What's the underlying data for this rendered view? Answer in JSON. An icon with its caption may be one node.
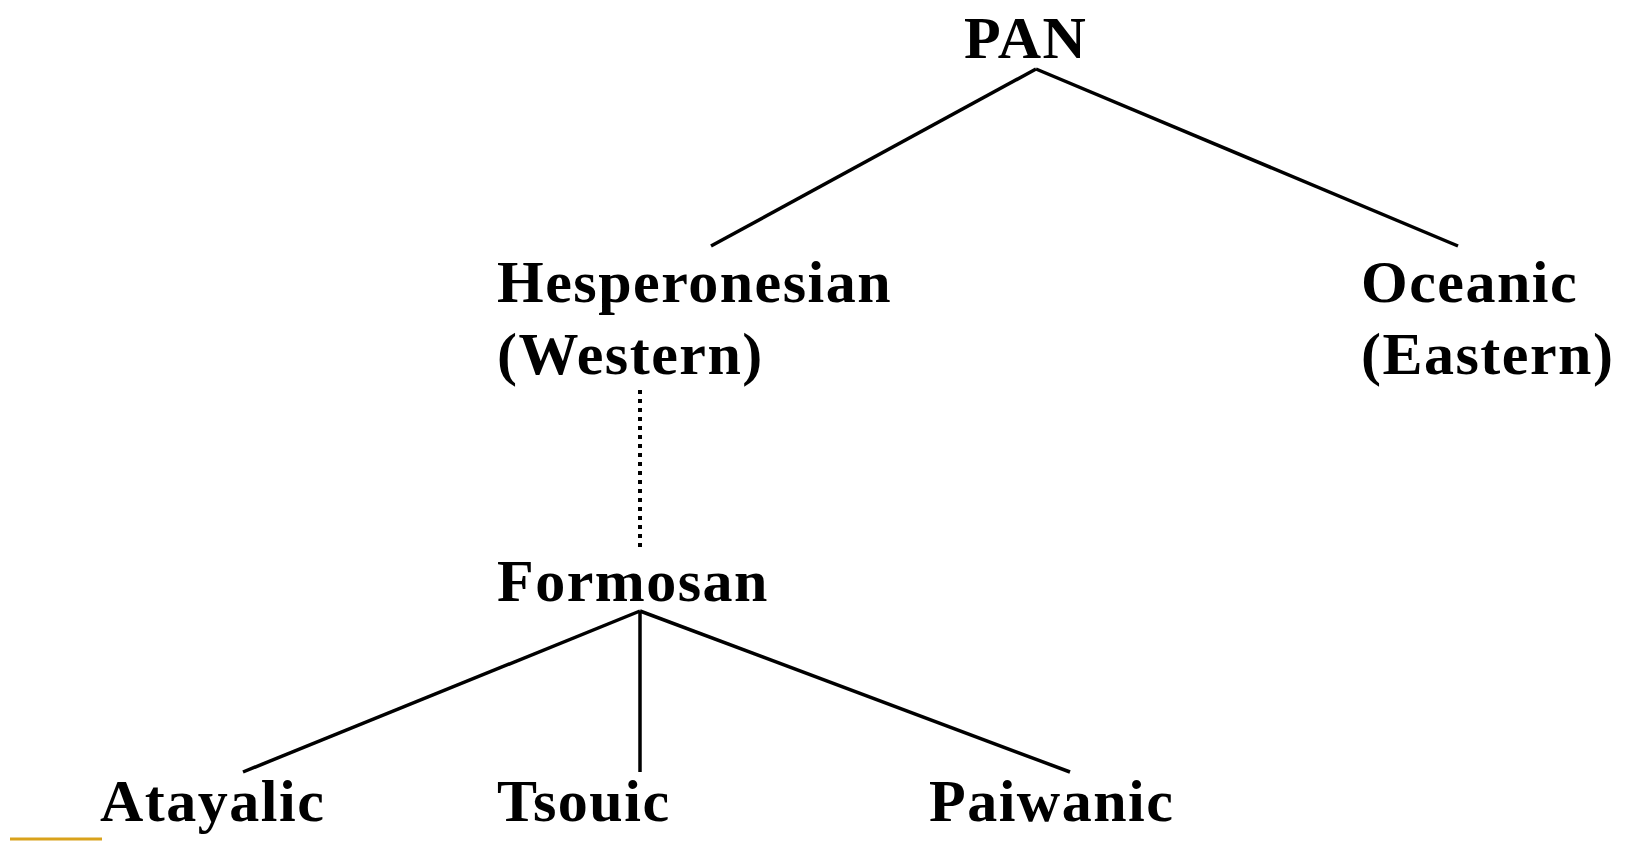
{
  "diagram": {
    "nodes": [
      {
        "text": [
          "PAN"
        ]
      },
      {
        "text": [
          "Hesperonesian (Western)"
        ]
      },
      {
        "text": [
          "Oceanic (Eastern)"
        ]
      },
      {
        "text": [
          "Formosan"
        ]
      },
      {
        "text": [
          "Atayalic"
        ]
      },
      {
        "text": [
          "Tsouic"
        ]
      },
      {
        "text": [
          "Paiwanic"
        ]
      }
    ],
    "edges": [
      {
        "from": 0,
        "to": 1,
        "arrow": "none"
      },
      {
        "from": 0,
        "to": 2,
        "arrow": "none"
      },
      {
        "from": 1,
        "to": 3,
        "arrow": "none",
        "style": "dashed"
      },
      {
        "from": 3,
        "to": 4,
        "arrow": "none"
      },
      {
        "from": 3,
        "to": 5,
        "arrow": "none"
      },
      {
        "from": 3,
        "to": 6,
        "arrow": "none"
      }
    ]
  }
}
